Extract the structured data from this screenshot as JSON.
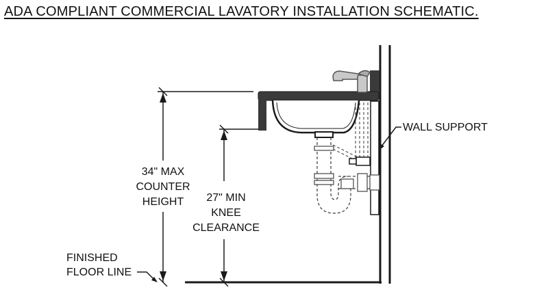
{
  "title": "ADA COMPLIANT COMMERCIAL LAVATORY INSTALLATION SCHEMATIC.",
  "labels": {
    "wall_support": "WALL SUPPORT",
    "finished_floor": [
      "FINISHED",
      "FLOOR LINE"
    ],
    "counter_height": [
      "34\" MAX",
      "COUNTER",
      "HEIGHT"
    ],
    "knee_clearance": [
      "27\" MIN",
      "KNEE",
      "CLEARANCE"
    ]
  },
  "colors": {
    "ink": "#1a1a1a",
    "counter": "#3a3a3a",
    "faucet": "#bdbdbd"
  }
}
